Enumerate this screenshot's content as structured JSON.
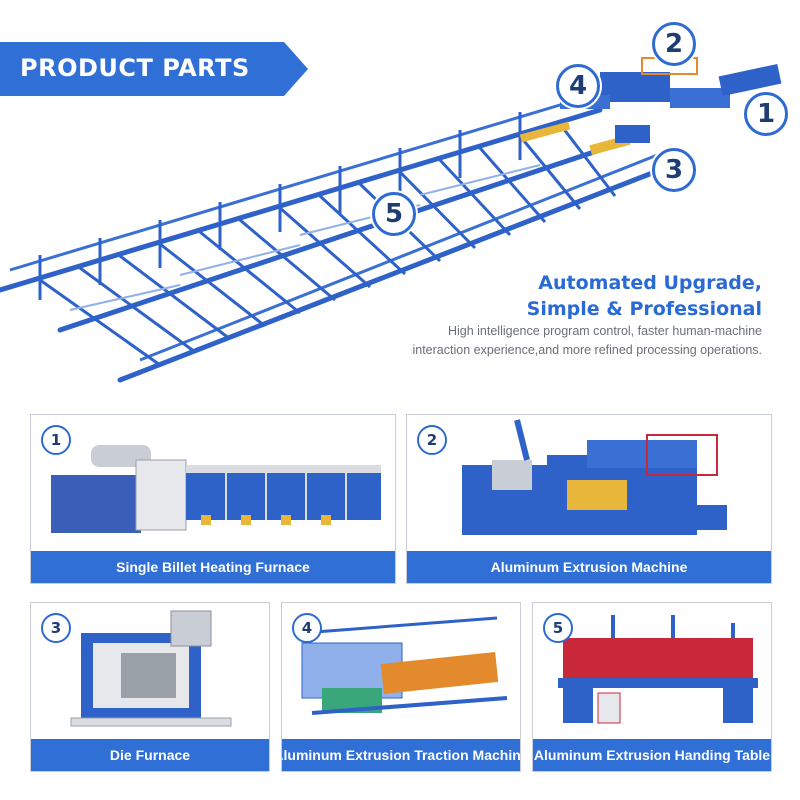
{
  "banner": {
    "title": "PRODUCT PARTS"
  },
  "callouts": [
    {
      "number": "1"
    },
    {
      "number": "2"
    },
    {
      "number": "3"
    },
    {
      "number": "4"
    },
    {
      "number": "5"
    }
  ],
  "tagline": {
    "line1": "Automated Upgrade,",
    "line2": "Simple & Professional",
    "desc1": "High intelligence program control, faster human-machine",
    "desc2": "interaction experience,and more refined processing operations."
  },
  "cards": [
    {
      "number": "1",
      "label": "Single Billet Heating Furnace"
    },
    {
      "number": "2",
      "label": "Aluminum Extrusion Machine"
    },
    {
      "number": "3",
      "label": "Die Furnace"
    },
    {
      "number": "4",
      "label": "Aluminum Extrusion Traction Machine"
    },
    {
      "number": "5",
      "label": "Aluminum Extrusion Handing Table"
    }
  ],
  "colors": {
    "brand_blue": "#2f6fd6",
    "dark_blue": "#1f3d73",
    "machine_blue": "#2f62c8",
    "accent_red": "#c8283a",
    "accent_orange": "#e38a2c"
  }
}
